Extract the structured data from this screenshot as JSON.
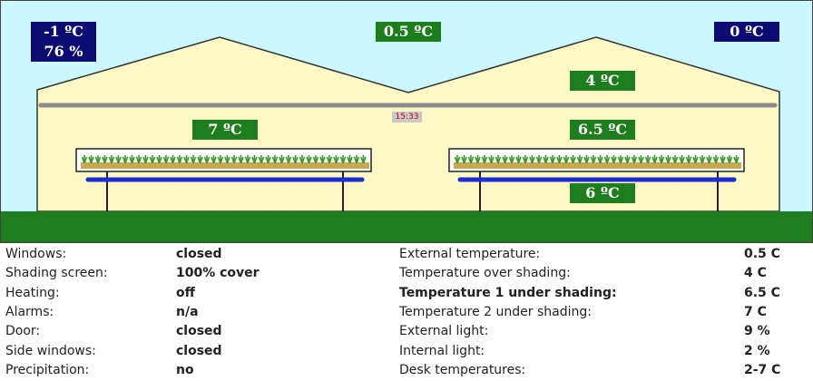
{
  "scene": {
    "external_temp": "0.5 ºC",
    "outside_left_temp": "-1 ºC",
    "outside_humidity": "76 %",
    "outside_right_temp": "0 ºC",
    "over_shading_temp": "4 ºC",
    "left_bay_temp": "7 ºC",
    "right_bay_temp": "6.5 ºC",
    "desk_temp": "6 ºC",
    "clock": "15:33",
    "colors": {
      "sky": "#cdf7ff",
      "house": "#fdf9c6",
      "ground": "#1e7e1e",
      "label_green": "#1e7e1e",
      "label_navy": "#0b0b72",
      "pipe": "#1a2fd0",
      "screen": "#8a8a8a"
    }
  },
  "status_left": [
    {
      "label": "Windows:",
      "value": "closed"
    },
    {
      "label": "Shading screen:",
      "value": "100% cover"
    },
    {
      "label": "Heating:",
      "value": "off"
    },
    {
      "label": "Alarms:",
      "value": "n/a"
    },
    {
      "label": "Door:",
      "value": "closed"
    },
    {
      "label": "Side windows:",
      "value": "closed"
    },
    {
      "label": "Precipitation:",
      "value": "no"
    }
  ],
  "status_right": [
    {
      "label": "External temperature:",
      "value": "0.5 C"
    },
    {
      "label": "Temperature over shading:",
      "value": "4 C"
    },
    {
      "label": "Temperature 1 under shading:",
      "value": "6.5 C"
    },
    {
      "label": "Temperature 2 under shading:",
      "value": "7 C"
    },
    {
      "label": "External light:",
      "value": "9 %"
    },
    {
      "label": "Internal light:",
      "value": "2 %"
    },
    {
      "label": "Desk temperatures:",
      "value": "2-7 C"
    }
  ]
}
